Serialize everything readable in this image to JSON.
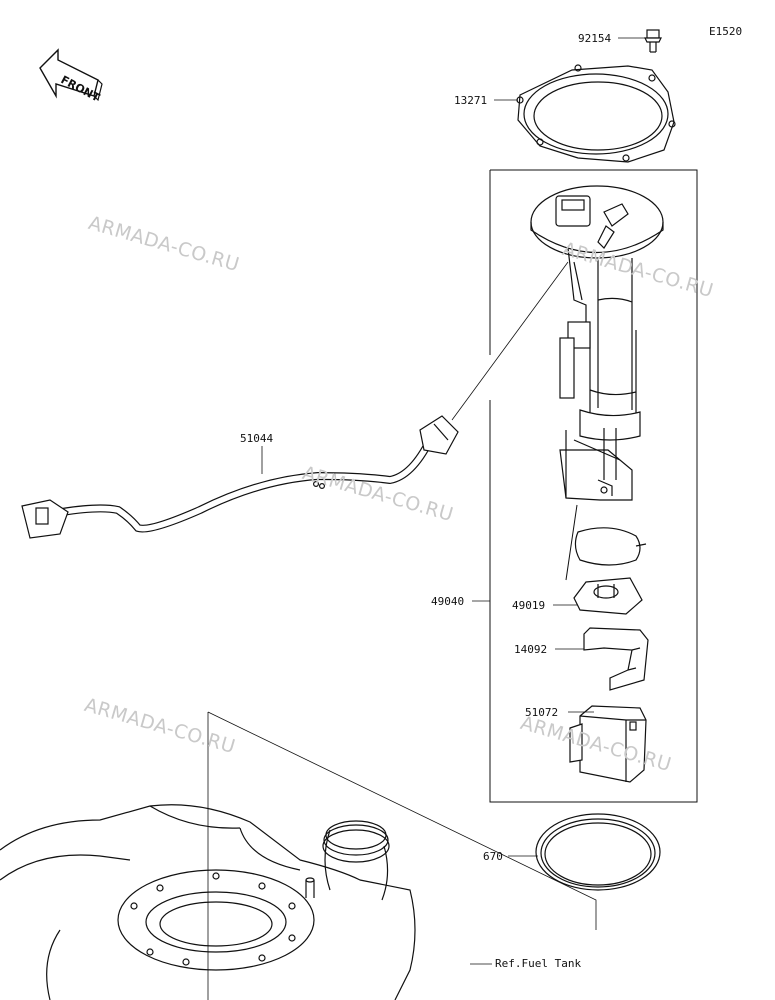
{
  "diagram_code": "E1520",
  "watermark": "ARMADA-CO.RU",
  "orientation_label": "FRONT",
  "parts": {
    "bolt": "92154",
    "gasket_plate": "13271",
    "hose": "51044",
    "pump_assembly": "49040",
    "filter_holder": "49019",
    "clip": "14092",
    "bracket": "51072",
    "o_ring": "670"
  },
  "reference": "Ref.Fuel Tank"
}
